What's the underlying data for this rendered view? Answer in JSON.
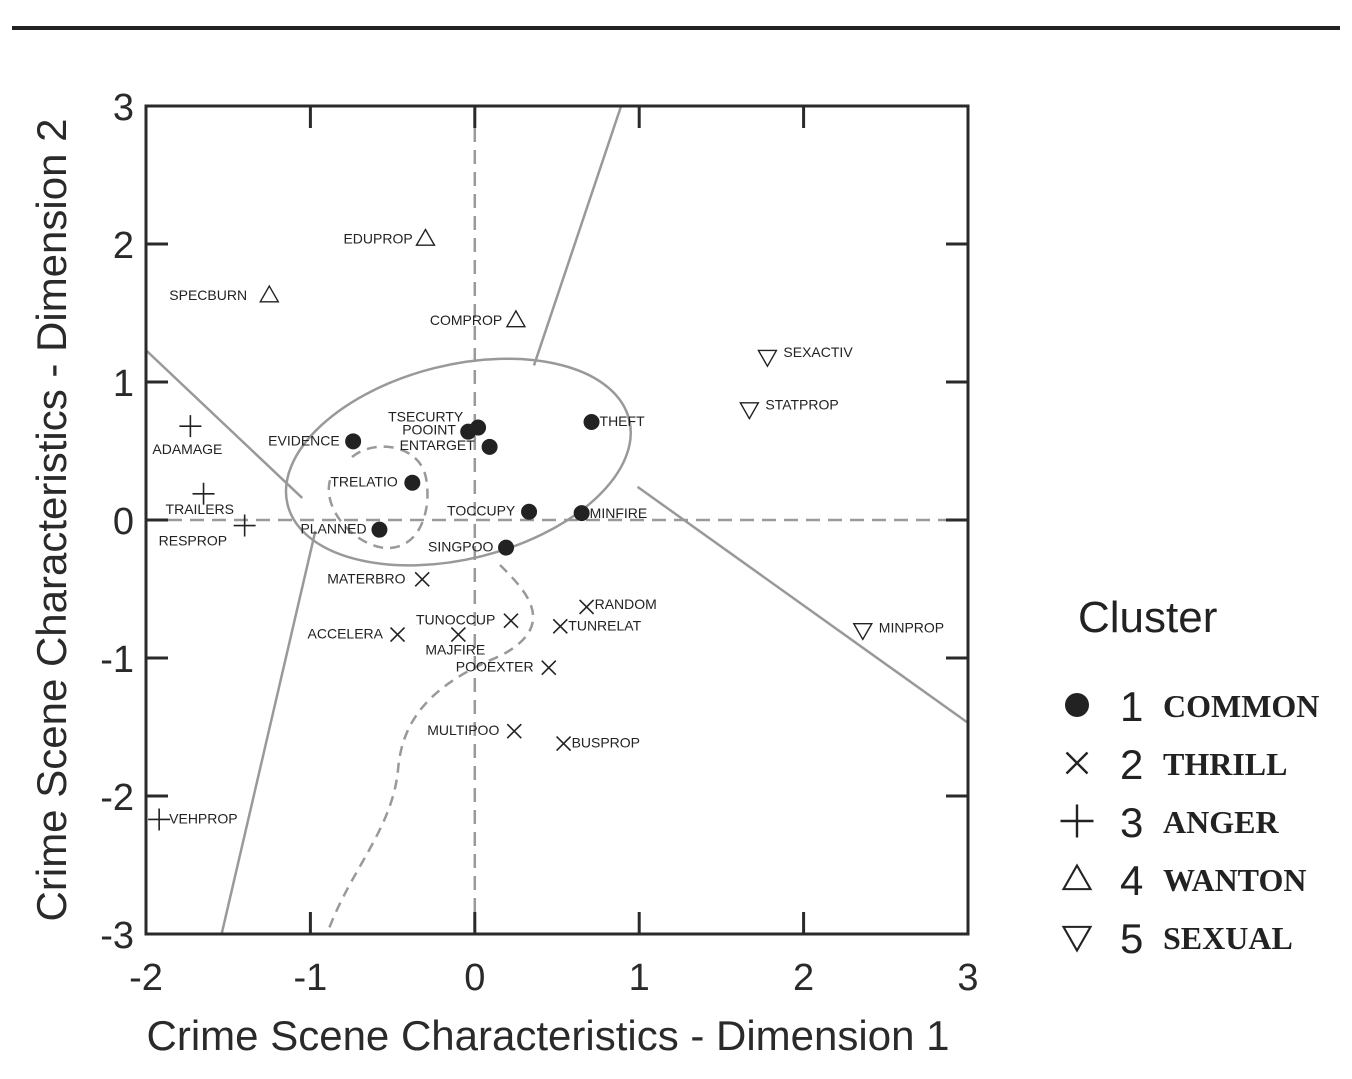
{
  "chart_data": {
    "type": "scatter",
    "xlabel": "Crime Scene Characteristics - Dimension 1",
    "ylabel": "Crime Scene Characteristics - Dimension 2",
    "xlim": [
      -2,
      3
    ],
    "ylim": [
      -3,
      3
    ],
    "xticks": [
      "-2",
      "-1",
      "0",
      "1",
      "2",
      "3"
    ],
    "yticks": [
      "-3",
      "-2",
      "-1",
      "0",
      "1",
      "2",
      "3"
    ],
    "grid": false,
    "legend": {
      "title": "Cluster",
      "placement": "right",
      "entries": [
        {
          "number": "1",
          "name": "COMMON",
          "marker": "filled-circle"
        },
        {
          "number": "2",
          "name": "THRILL",
          "marker": "x"
        },
        {
          "number": "3",
          "name": "ANGER",
          "marker": "plus"
        },
        {
          "number": "4",
          "name": "WANTON",
          "marker": "triangle-up"
        },
        {
          "number": "5",
          "name": "SEXUAL",
          "marker": "triangle-down"
        }
      ]
    },
    "points": [
      {
        "label": "TSECURTY",
        "x": 0.02,
        "y": 0.67,
        "cluster": 1
      },
      {
        "label": "POOINT",
        "x": -0.04,
        "y": 0.64,
        "cluster": 1
      },
      {
        "label": "ENTARGET",
        "x": 0.09,
        "y": 0.53,
        "cluster": 1
      },
      {
        "label": "EVIDENCE",
        "x": -0.74,
        "y": 0.57,
        "cluster": 1
      },
      {
        "label": "THEFT",
        "x": 0.71,
        "y": 0.71,
        "cluster": 1
      },
      {
        "label": "TRELATIO",
        "x": -0.38,
        "y": 0.27,
        "cluster": 1
      },
      {
        "label": "TOCCUPY",
        "x": 0.33,
        "y": 0.06,
        "cluster": 1
      },
      {
        "label": "MINFIRE",
        "x": 0.65,
        "y": 0.05,
        "cluster": 1
      },
      {
        "label": "PLANNED",
        "x": -0.58,
        "y": -0.07,
        "cluster": 1
      },
      {
        "label": "SINGPOO",
        "x": 0.19,
        "y": -0.2,
        "cluster": 1
      },
      {
        "label": "MATERBRO",
        "x": -0.32,
        "y": -0.43,
        "cluster": 2
      },
      {
        "label": "RANDOM",
        "x": 0.68,
        "y": -0.63,
        "cluster": 2
      },
      {
        "label": "TUNOCCUP",
        "x": 0.22,
        "y": -0.73,
        "cluster": 2
      },
      {
        "label": "TUNRELAT",
        "x": 0.52,
        "y": -0.77,
        "cluster": 2
      },
      {
        "label": "ACCELERA",
        "x": -0.47,
        "y": -0.83,
        "cluster": 2
      },
      {
        "label": "MAJFIRE",
        "x": -0.1,
        "y": -0.83,
        "cluster": 2
      },
      {
        "label": "POOEXTER",
        "x": 0.45,
        "y": -1.07,
        "cluster": 2
      },
      {
        "label": "MULTIPOO",
        "x": 0.24,
        "y": -1.53,
        "cluster": 2
      },
      {
        "label": "BUSPROP",
        "x": 0.54,
        "y": -1.62,
        "cluster": 2
      },
      {
        "label": "ADAMAGE",
        "x": -1.73,
        "y": 0.68,
        "cluster": 3
      },
      {
        "label": "TRAILERS",
        "x": -1.65,
        "y": 0.19,
        "cluster": 3
      },
      {
        "label": "RESPROP",
        "x": -1.4,
        "y": -0.04,
        "cluster": 3
      },
      {
        "label": "VEHPROP",
        "x": -1.92,
        "y": -2.17,
        "cluster": 3
      },
      {
        "label": "EDUPROP",
        "x": -0.3,
        "y": 2.04,
        "cluster": 4
      },
      {
        "label": "SPECBURN",
        "x": -1.25,
        "y": 1.63,
        "cluster": 4
      },
      {
        "label": "COMPROP",
        "x": 0.25,
        "y": 1.45,
        "cluster": 4
      },
      {
        "label": "SEXACTIV",
        "x": 1.78,
        "y": 1.18,
        "cluster": 5
      },
      {
        "label": "STATPROP",
        "x": 1.67,
        "y": 0.8,
        "cluster": 5
      },
      {
        "label": "MINPROP",
        "x": 2.36,
        "y": -0.8,
        "cluster": 5
      }
    ],
    "colors": {
      "axes": "#2a2a2a",
      "boundary": "#999999",
      "marker": "#222222"
    }
  }
}
